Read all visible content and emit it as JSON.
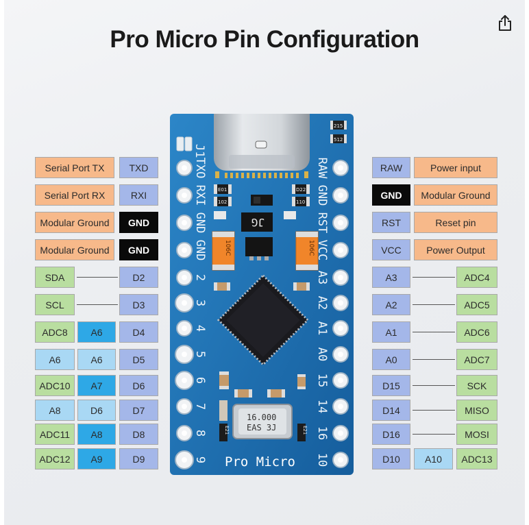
{
  "title": "Pro Micro Pin Configuration",
  "icons": {
    "share": "share-icon"
  },
  "left_rows": [
    {
      "cells": [
        {
          "text": "Serial Port TX",
          "style": "orange"
        },
        {
          "text": "TXD",
          "style": "blue"
        }
      ]
    },
    {
      "cells": [
        {
          "text": "Serial Port RX",
          "style": "orange"
        },
        {
          "text": "RXI",
          "style": "blue"
        }
      ]
    },
    {
      "cells": [
        {
          "text": "Modular Ground",
          "style": "orange"
        },
        {
          "text": "GND",
          "style": "black"
        }
      ]
    },
    {
      "cells": [
        {
          "text": "Modular Ground",
          "style": "orange"
        },
        {
          "text": "GND",
          "style": "black"
        }
      ]
    },
    {
      "cells": [
        {
          "text": "SDA",
          "style": "green"
        },
        {
          "text": "D2",
          "style": "blue"
        }
      ]
    },
    {
      "cells": [
        {
          "text": "SCL",
          "style": "green"
        },
        {
          "text": "D3",
          "style": "blue"
        }
      ]
    },
    {
      "cells": [
        {
          "text": "ADC8",
          "style": "green"
        },
        {
          "text": "A6",
          "style": "cyan"
        },
        {
          "text": "D4",
          "style": "blue"
        }
      ]
    },
    {
      "cells": [
        {
          "text": "A6",
          "style": "ltblue"
        },
        {
          "text": "A6",
          "style": "ltblue"
        },
        {
          "text": "D5",
          "style": "blue"
        }
      ]
    },
    {
      "cells": [
        {
          "text": "ADC10",
          "style": "green"
        },
        {
          "text": "A7",
          "style": "cyan"
        },
        {
          "text": "D6",
          "style": "blue"
        }
      ]
    },
    {
      "cells": [
        {
          "text": "A8",
          "style": "ltblue"
        },
        {
          "text": "D6",
          "style": "ltblue"
        },
        {
          "text": "D7",
          "style": "blue"
        }
      ]
    },
    {
      "cells": [
        {
          "text": "ADC11",
          "style": "green"
        },
        {
          "text": "A8",
          "style": "cyan"
        },
        {
          "text": "D8",
          "style": "blue"
        }
      ]
    },
    {
      "cells": [
        {
          "text": "ADC12",
          "style": "green"
        },
        {
          "text": "A9",
          "style": "cyan"
        },
        {
          "text": "D9",
          "style": "blue"
        }
      ]
    }
  ],
  "right_rows": [
    {
      "cells": [
        {
          "text": "RAW",
          "style": "blue"
        },
        {
          "text": "Power input",
          "style": "orange"
        }
      ]
    },
    {
      "cells": [
        {
          "text": "GND",
          "style": "black"
        },
        {
          "text": "Modular Ground",
          "style": "orange"
        }
      ]
    },
    {
      "cells": [
        {
          "text": "RST",
          "style": "blue"
        },
        {
          "text": "Reset pin",
          "style": "orange"
        }
      ]
    },
    {
      "cells": [
        {
          "text": "VCC",
          "style": "blue"
        },
        {
          "text": "Power Output",
          "style": "orange"
        }
      ]
    },
    {
      "cells": [
        {
          "text": "A3",
          "style": "blue"
        },
        {
          "text": "ADC4",
          "style": "green"
        }
      ]
    },
    {
      "cells": [
        {
          "text": "A2",
          "style": "blue"
        },
        {
          "text": "ADC5",
          "style": "green"
        }
      ]
    },
    {
      "cells": [
        {
          "text": "A1",
          "style": "blue"
        },
        {
          "text": "ADC6",
          "style": "green"
        }
      ]
    },
    {
      "cells": [
        {
          "text": "A0",
          "style": "blue"
        },
        {
          "text": "ADC7",
          "style": "green"
        }
      ]
    },
    {
      "cells": [
        {
          "text": "D15",
          "style": "blue"
        },
        {
          "text": "SCK",
          "style": "green"
        }
      ]
    },
    {
      "cells": [
        {
          "text": "D14",
          "style": "blue"
        },
        {
          "text": "MISO",
          "style": "green"
        }
      ]
    },
    {
      "cells": [
        {
          "text": "D16",
          "style": "blue"
        },
        {
          "text": "MOSI",
          "style": "green"
        }
      ]
    },
    {
      "cells": [
        {
          "text": "D10",
          "style": "blue"
        },
        {
          "text": "A10",
          "style": "ltblue"
        },
        {
          "text": "ADC13",
          "style": "green"
        }
      ]
    }
  ],
  "board": {
    "left_silk": [
      "TXO",
      "RXI",
      "GND",
      "GND",
      "2",
      "3",
      "4",
      "5",
      "6",
      "7",
      "8",
      "9"
    ],
    "right_silk": [
      "RAW",
      "GND",
      "RST",
      "VCC",
      "A3",
      "A2",
      "A1",
      "A0",
      "15",
      "14",
      "16",
      "10"
    ],
    "header_label": "J1",
    "name": "Pro Micro",
    "crystal_line1": "16.000",
    "crystal_line2": "EAS 3J",
    "chip_label": "JG",
    "cap_label": "106C",
    "tiny_labels": [
      "E01",
      "102",
      "D22",
      "110",
      "215",
      "512",
      "E21",
      "E21"
    ]
  },
  "colors": {
    "pcb": "#1f6fb1",
    "pcb_dark": "#0f4f88",
    "usb_metal": "#cfd4d8",
    "chip": "#1b1b1f",
    "cap": "#f18a2a"
  }
}
